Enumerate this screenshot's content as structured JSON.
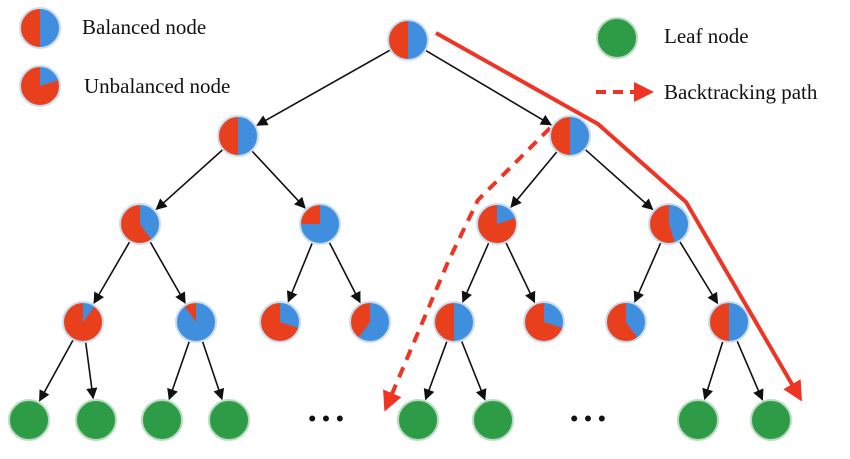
{
  "legend": {
    "balanced": "Balanced node",
    "unbalanced": "Unbalanced node",
    "leaf": "Leaf node",
    "backtracking": "Backtracking path"
  },
  "colors": {
    "red": "#e8401d",
    "blue": "#3f8fde",
    "green": "#2e9b46",
    "arrow": "#111111",
    "path": "#ee3524"
  },
  "ellipsis": [
    "• • •",
    "• • •"
  ],
  "nodes": [
    {
      "id": "legend-balanced",
      "kind": "pie",
      "blue": 0.5
    },
    {
      "id": "legend-unbalanced",
      "kind": "pie",
      "blue": 0.2
    },
    {
      "id": "legend-leaf",
      "kind": "leaf"
    },
    {
      "id": "root",
      "kind": "pie",
      "blue": 0.5
    },
    {
      "id": "n1-left",
      "kind": "pie",
      "blue": 0.5
    },
    {
      "id": "n1-right",
      "kind": "pie",
      "blue": 0.5
    },
    {
      "id": "n2-a",
      "kind": "pie",
      "blue": 0.4
    },
    {
      "id": "n2-b",
      "kind": "pie",
      "blue": 0.75
    },
    {
      "id": "n2-c",
      "kind": "pie",
      "blue": 0.2
    },
    {
      "id": "n2-d",
      "kind": "pie",
      "blue": 0.45
    },
    {
      "id": "n3-a",
      "kind": "pie",
      "blue": 0.1
    },
    {
      "id": "n3-b",
      "kind": "pie",
      "blue": 0.9
    },
    {
      "id": "n3-c",
      "kind": "pie",
      "blue": 0.3
    },
    {
      "id": "n3-d",
      "kind": "pie",
      "blue": 0.6
    },
    {
      "id": "n3-e",
      "kind": "pie",
      "blue": 0.5
    },
    {
      "id": "n3-f",
      "kind": "pie",
      "blue": 0.3
    },
    {
      "id": "n3-g",
      "kind": "pie",
      "blue": 0.4
    },
    {
      "id": "n3-h",
      "kind": "pie",
      "blue": 0.5
    },
    {
      "id": "leaf-1",
      "kind": "leaf"
    },
    {
      "id": "leaf-2",
      "kind": "leaf"
    },
    {
      "id": "leaf-3",
      "kind": "leaf"
    },
    {
      "id": "leaf-4",
      "kind": "leaf"
    },
    {
      "id": "leaf-5",
      "kind": "leaf"
    },
    {
      "id": "leaf-6",
      "kind": "leaf"
    },
    {
      "id": "leaf-7",
      "kind": "leaf"
    },
    {
      "id": "leaf-8",
      "kind": "leaf"
    }
  ],
  "edges": [
    [
      "root",
      "n1-left"
    ],
    [
      "root",
      "n1-right"
    ],
    [
      "n1-left",
      "n2-a"
    ],
    [
      "n1-left",
      "n2-b"
    ],
    [
      "n1-right",
      "n2-c"
    ],
    [
      "n1-right",
      "n2-d"
    ],
    [
      "n2-a",
      "n3-a"
    ],
    [
      "n2-a",
      "n3-b"
    ],
    [
      "n2-b",
      "n3-c"
    ],
    [
      "n2-b",
      "n3-d"
    ],
    [
      "n2-c",
      "n3-e"
    ],
    [
      "n2-c",
      "n3-f"
    ],
    [
      "n2-d",
      "n3-g"
    ],
    [
      "n2-d",
      "n3-h"
    ],
    [
      "n3-a",
      "leaf-1"
    ],
    [
      "n3-a",
      "leaf-2"
    ],
    [
      "n3-b",
      "leaf-3"
    ],
    [
      "n3-b",
      "leaf-4"
    ],
    [
      "n3-e",
      "leaf-5"
    ],
    [
      "n3-e",
      "leaf-6"
    ],
    [
      "n3-h",
      "leaf-7"
    ],
    [
      "n3-h",
      "leaf-8"
    ]
  ]
}
